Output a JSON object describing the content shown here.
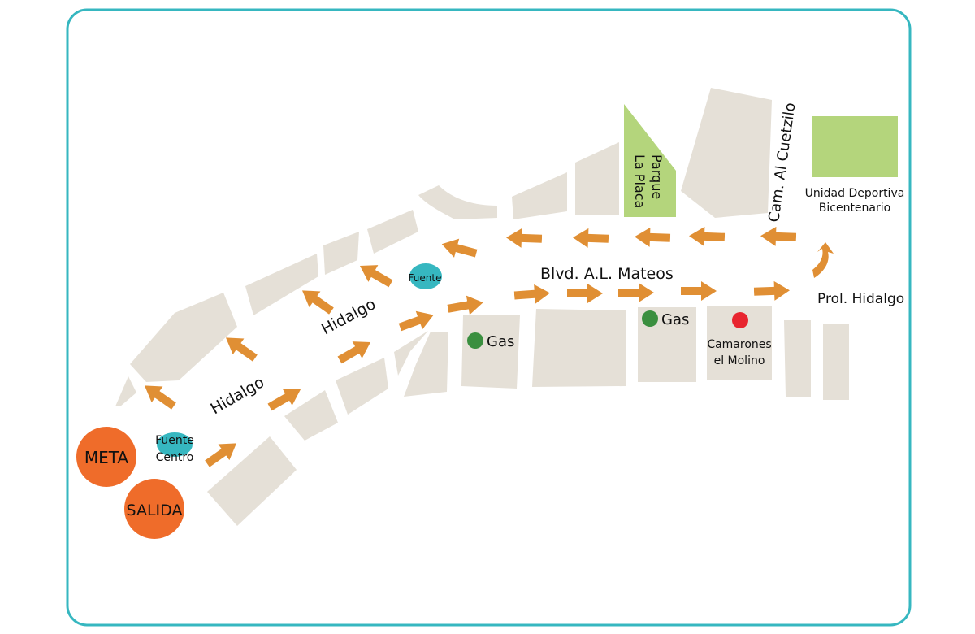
{
  "map": {
    "colors": {
      "frame": "#36b7c0",
      "block": "#e5e0d7",
      "park": "#b4d57c",
      "arrow": "#e08f34",
      "fountain": "#36b7c0",
      "gas": "#3a8f3f",
      "restaurant": "#e8252f",
      "marker": "#ef6c2a",
      "marker_text": "#ffffff"
    },
    "streets": {
      "boulevard": "Blvd. A.L. Mateos",
      "hidalgo_upper": "Hidalgo",
      "hidalgo_lower": "Hidalgo",
      "prol_hidalgo": "Prol. Hidalgo",
      "camino": "Cam. Al Cuetzilo"
    },
    "places": {
      "parque_line1": "Parque",
      "parque_line2": "La Placa",
      "unidad_line1": "Unidad Deportiva",
      "unidad_line2": "Bicentenario",
      "fuente": "Fuente",
      "fuente_centro_line1": "Fuente",
      "fuente_centro_line2": "Centro",
      "gas_left": "Gas",
      "gas_right": "Gas",
      "camarones_line1": "Camarones",
      "camarones_line2": "el Molino"
    },
    "markers": {
      "meta": "META",
      "salida": "SALIDA"
    }
  }
}
